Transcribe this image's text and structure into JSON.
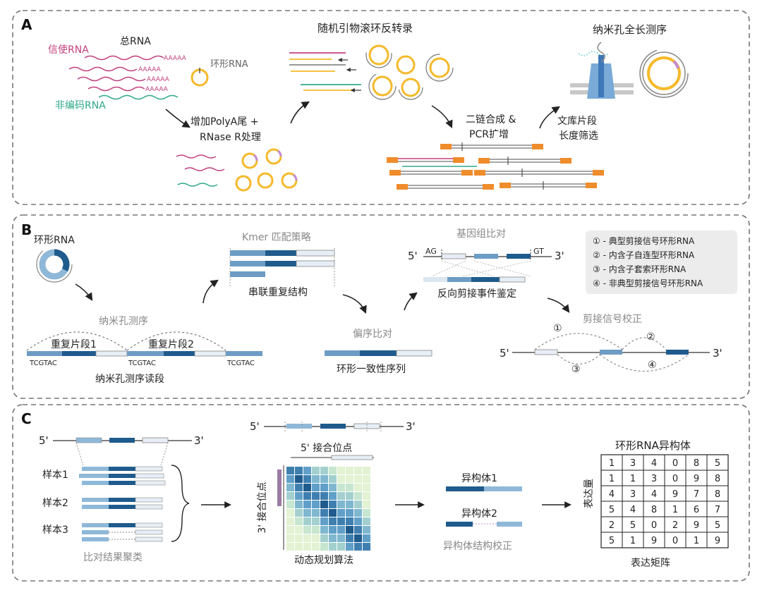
{
  "panel_a": {
    "letter": "A",
    "total_rna": "总RNA",
    "mrna": "信使RNA",
    "ncrna": "非编码RNA",
    "circrna": "环形RNA",
    "polya": "AAAAA",
    "step1_line1": "增加PolyA尾 +",
    "step1_line2": "RNase R处理",
    "rca": "随机引物滚环反转录",
    "step2_line1": "二链合成 &",
    "step2_line2": "PCR扩增",
    "step3_line1": "文库片段",
    "step3_line2": "长度筛选",
    "nanopore": "纳米孔全长测序"
  },
  "panel_b": {
    "letter": "B",
    "circrna": "环形RNA",
    "nanopore_seq": "纳米孔测序",
    "repeat1": "重复片段1",
    "repeat2": "重复片段2",
    "adapter": "TCGTAC",
    "read": "纳米孔测序读段",
    "kmer": "Kmer 匹配策略",
    "tandem": "串联重复结构",
    "bias_align": "偏序比对",
    "consensus": "环形一致性序列",
    "genome_align": "基因组比对",
    "five": "5'",
    "three": "3'",
    "ag": "AG",
    "gt": "GT",
    "backsplice": "反向剪接事件鉴定",
    "legend": [
      "① - 典型剪接信号环形RNA",
      "② - 内含子自连型环形RNA",
      "③ - 内含子套索环形RNA",
      "④ - 非典型剪接信号环形RNA"
    ],
    "signal_correct": "剪接信号校正",
    "circled": [
      "①",
      "②",
      "③",
      "④"
    ],
    "five2": "5'",
    "three2": "3'"
  },
  "panel_c": {
    "letter": "C",
    "five": "5'",
    "three": "3'",
    "samples": [
      "样本1",
      "样本2",
      "样本3"
    ],
    "cluster": "比对结果聚类",
    "five_top": "5'",
    "three_top": "3'",
    "five_site": "5' 接合位点",
    "three_site": "3' 接合位点",
    "dp": "动态规划算法",
    "isoform1": "异构体1",
    "isoform2": "异构体2",
    "iso_correct": "异构体结构校正",
    "matrix_title": "环形RNA异构体",
    "expr_label": "表达量",
    "matrix": [
      [
        1,
        3,
        4,
        0,
        8,
        5
      ],
      [
        1,
        1,
        3,
        0,
        9,
        8
      ],
      [
        4,
        3,
        4,
        9,
        7,
        8
      ],
      [
        5,
        4,
        8,
        1,
        6,
        7
      ],
      [
        2,
        5,
        0,
        2,
        9,
        5
      ],
      [
        5,
        1,
        9,
        0,
        1,
        9
      ]
    ],
    "matrix_footer": "表达矩阵"
  },
  "colors": {
    "mrna": "#c2407f",
    "ncrna": "#2fa88a",
    "circ_gold": "#f5b92a",
    "circ_purple": "#c48bd0",
    "exon_dark": "#1f5b8c",
    "exon_light": "#8fb8d8",
    "adapter": "#ef8c2b",
    "nanopore_blue": "#7aaad8"
  }
}
